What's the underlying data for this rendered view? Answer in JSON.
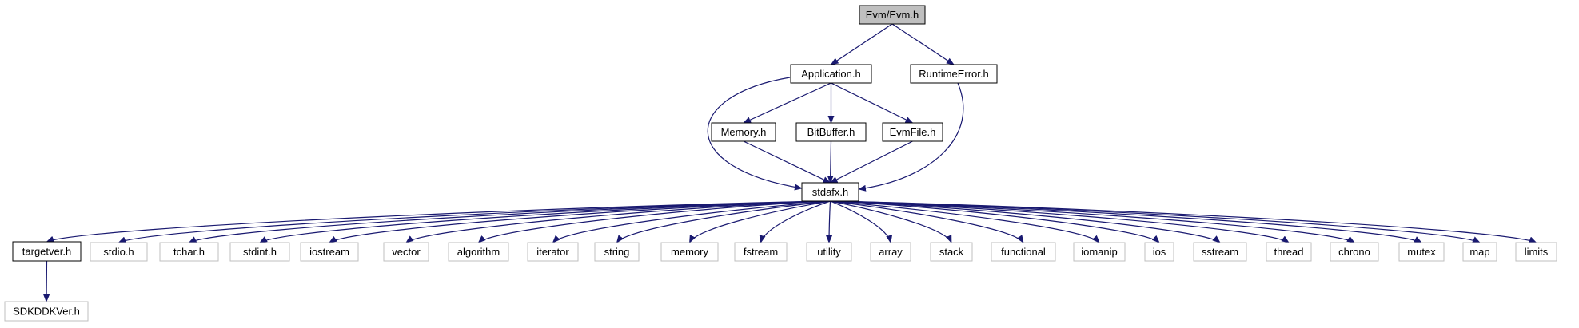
{
  "colors": {
    "edge": "#191970",
    "node_border_internal": "#000000",
    "node_border_external": "#bfbfbf",
    "node_fill": "#ffffff",
    "node_fill_root": "#bfbfbf",
    "text": "#000000"
  },
  "nodes": [
    {
      "id": "evm",
      "label": "Evm/Evm.h",
      "kind": "root"
    },
    {
      "id": "application",
      "label": "Application.h",
      "kind": "internal"
    },
    {
      "id": "runtimeerror",
      "label": "RuntimeError.h",
      "kind": "internal"
    },
    {
      "id": "memory_h",
      "label": "Memory.h",
      "kind": "internal"
    },
    {
      "id": "bitbuffer",
      "label": "BitBuffer.h",
      "kind": "internal"
    },
    {
      "id": "evmfile",
      "label": "EvmFile.h",
      "kind": "internal"
    },
    {
      "id": "stdafx",
      "label": "stdafx.h",
      "kind": "internal"
    },
    {
      "id": "targetver",
      "label": "targetver.h",
      "kind": "internal"
    },
    {
      "id": "stdio",
      "label": "stdio.h",
      "kind": "external"
    },
    {
      "id": "tchar",
      "label": "tchar.h",
      "kind": "external"
    },
    {
      "id": "stdint",
      "label": "stdint.h",
      "kind": "external"
    },
    {
      "id": "iostream",
      "label": "iostream",
      "kind": "external"
    },
    {
      "id": "vector",
      "label": "vector",
      "kind": "external"
    },
    {
      "id": "algorithm",
      "label": "algorithm",
      "kind": "external"
    },
    {
      "id": "iterator",
      "label": "iterator",
      "kind": "external"
    },
    {
      "id": "string",
      "label": "string",
      "kind": "external"
    },
    {
      "id": "memory",
      "label": "memory",
      "kind": "external"
    },
    {
      "id": "fstream",
      "label": "fstream",
      "kind": "external"
    },
    {
      "id": "utility",
      "label": "utility",
      "kind": "external"
    },
    {
      "id": "array",
      "label": "array",
      "kind": "external"
    },
    {
      "id": "stack",
      "label": "stack",
      "kind": "external"
    },
    {
      "id": "functional",
      "label": "functional",
      "kind": "external"
    },
    {
      "id": "iomanip",
      "label": "iomanip",
      "kind": "external"
    },
    {
      "id": "ios",
      "label": "ios",
      "kind": "external"
    },
    {
      "id": "sstream",
      "label": "sstream",
      "kind": "external"
    },
    {
      "id": "thread",
      "label": "thread",
      "kind": "external"
    },
    {
      "id": "chrono",
      "label": "chrono",
      "kind": "external"
    },
    {
      "id": "mutex",
      "label": "mutex",
      "kind": "external"
    },
    {
      "id": "map",
      "label": "map",
      "kind": "external"
    },
    {
      "id": "limits",
      "label": "limits",
      "kind": "external"
    },
    {
      "id": "sdkddkver",
      "label": "SDKDDKVer.h",
      "kind": "external"
    }
  ],
  "edges": [
    {
      "from": "evm",
      "to": "application"
    },
    {
      "from": "evm",
      "to": "runtimeerror"
    },
    {
      "from": "application",
      "to": "memory_h"
    },
    {
      "from": "application",
      "to": "bitbuffer"
    },
    {
      "from": "application",
      "to": "evmfile"
    },
    {
      "from": "application",
      "to": "stdafx"
    },
    {
      "from": "runtimeerror",
      "to": "stdafx"
    },
    {
      "from": "memory_h",
      "to": "stdafx"
    },
    {
      "from": "bitbuffer",
      "to": "stdafx"
    },
    {
      "from": "evmfile",
      "to": "stdafx"
    },
    {
      "from": "stdafx",
      "to": "targetver"
    },
    {
      "from": "stdafx",
      "to": "stdio"
    },
    {
      "from": "stdafx",
      "to": "tchar"
    },
    {
      "from": "stdafx",
      "to": "stdint"
    },
    {
      "from": "stdafx",
      "to": "iostream"
    },
    {
      "from": "stdafx",
      "to": "vector"
    },
    {
      "from": "stdafx",
      "to": "algorithm"
    },
    {
      "from": "stdafx",
      "to": "iterator"
    },
    {
      "from": "stdafx",
      "to": "string"
    },
    {
      "from": "stdafx",
      "to": "memory"
    },
    {
      "from": "stdafx",
      "to": "fstream"
    },
    {
      "from": "stdafx",
      "to": "utility"
    },
    {
      "from": "stdafx",
      "to": "array"
    },
    {
      "from": "stdafx",
      "to": "stack"
    },
    {
      "from": "stdafx",
      "to": "functional"
    },
    {
      "from": "stdafx",
      "to": "iomanip"
    },
    {
      "from": "stdafx",
      "to": "ios"
    },
    {
      "from": "stdafx",
      "to": "sstream"
    },
    {
      "from": "stdafx",
      "to": "thread"
    },
    {
      "from": "stdafx",
      "to": "chrono"
    },
    {
      "from": "stdafx",
      "to": "mutex"
    },
    {
      "from": "stdafx",
      "to": "map"
    },
    {
      "from": "stdafx",
      "to": "limits"
    },
    {
      "from": "targetver",
      "to": "sdkddkver"
    }
  ]
}
